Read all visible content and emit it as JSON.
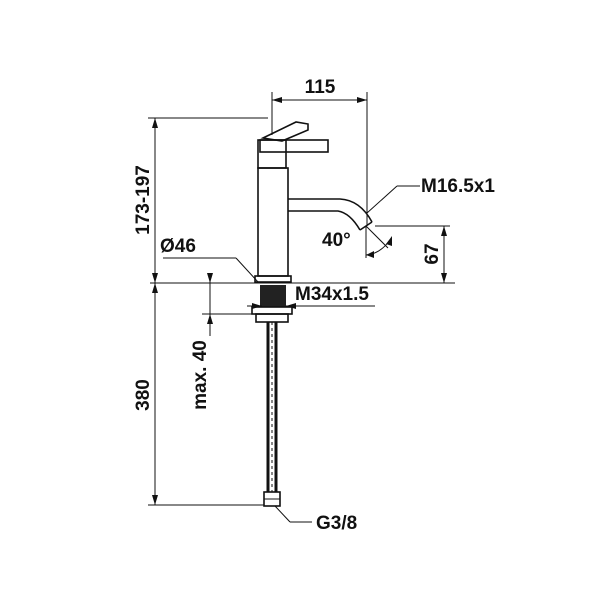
{
  "drawing": {
    "dimensions": {
      "spout_reach": "115",
      "height_range": "173-197",
      "spout_thread": "M16.5x1",
      "spout_angle": "40°",
      "spout_height": "67",
      "body_diameter": "Ø46",
      "mount_thread": "M34x1.5",
      "max_thickness": "max. 40",
      "hose_length": "380",
      "hose_connection": "G3/8"
    }
  }
}
